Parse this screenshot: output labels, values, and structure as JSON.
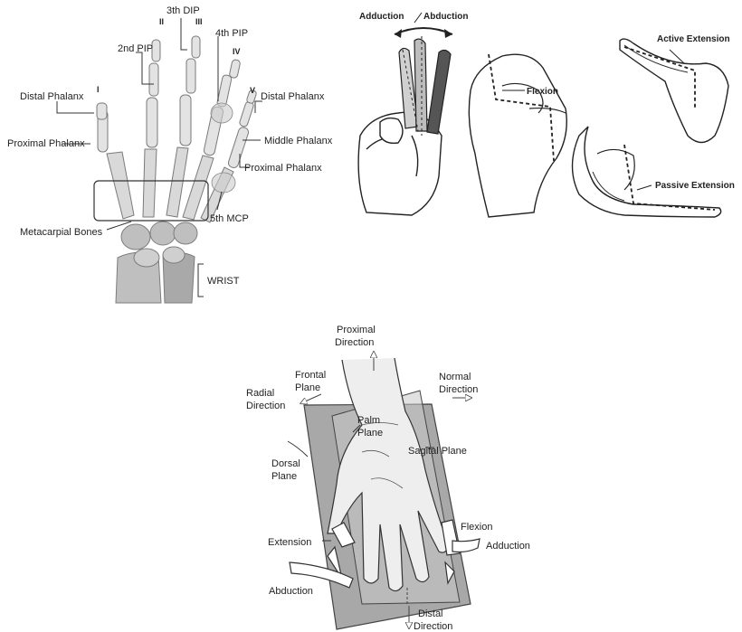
{
  "skeleton": {
    "fingers": [
      "I",
      "II",
      "III",
      "IV",
      "V"
    ],
    "labels": {
      "third_dip": "3th DIP",
      "second_pip": "2nd PIP",
      "fourth_pip": "4th PIP",
      "distal_phalanx_left": "Distal Phalanx",
      "distal_phalanx_right": "Distal Phalanx",
      "proximal_phalanx_left": "Proximal Phalanx",
      "middle_phalanx": "Middle Phalanx",
      "proximal_phalanx_right": "Proximal Phalanx",
      "metacarpal_bones": "Metacarpial Bones",
      "fifth_mcp": "5th MCP",
      "wrist": "WRIST"
    }
  },
  "motions": {
    "adduction": "Adduction",
    "abduction": "Abduction",
    "flexion": "Flexion",
    "active_extension": "Active Extension",
    "passive_extension": "Passive Extension"
  },
  "planes": {
    "proximal_direction": [
      "Proximal",
      "Direction"
    ],
    "frontal_plane": [
      "Frontal",
      "Plane"
    ],
    "normal_direction": [
      "Normal",
      "Direction"
    ],
    "radial_direction": [
      "Radial",
      "Direction"
    ],
    "palm_plane": [
      "Palm",
      "Plane"
    ],
    "sagital_plane": "Sagital Plane",
    "dorsal_plane": [
      "Dorsal",
      "Plane"
    ],
    "extension": "Extension",
    "flexion": "Flexion",
    "adduction": "Adduction",
    "abduction": "Abduction",
    "distal_direction": [
      "Distal",
      "Direction"
    ]
  }
}
